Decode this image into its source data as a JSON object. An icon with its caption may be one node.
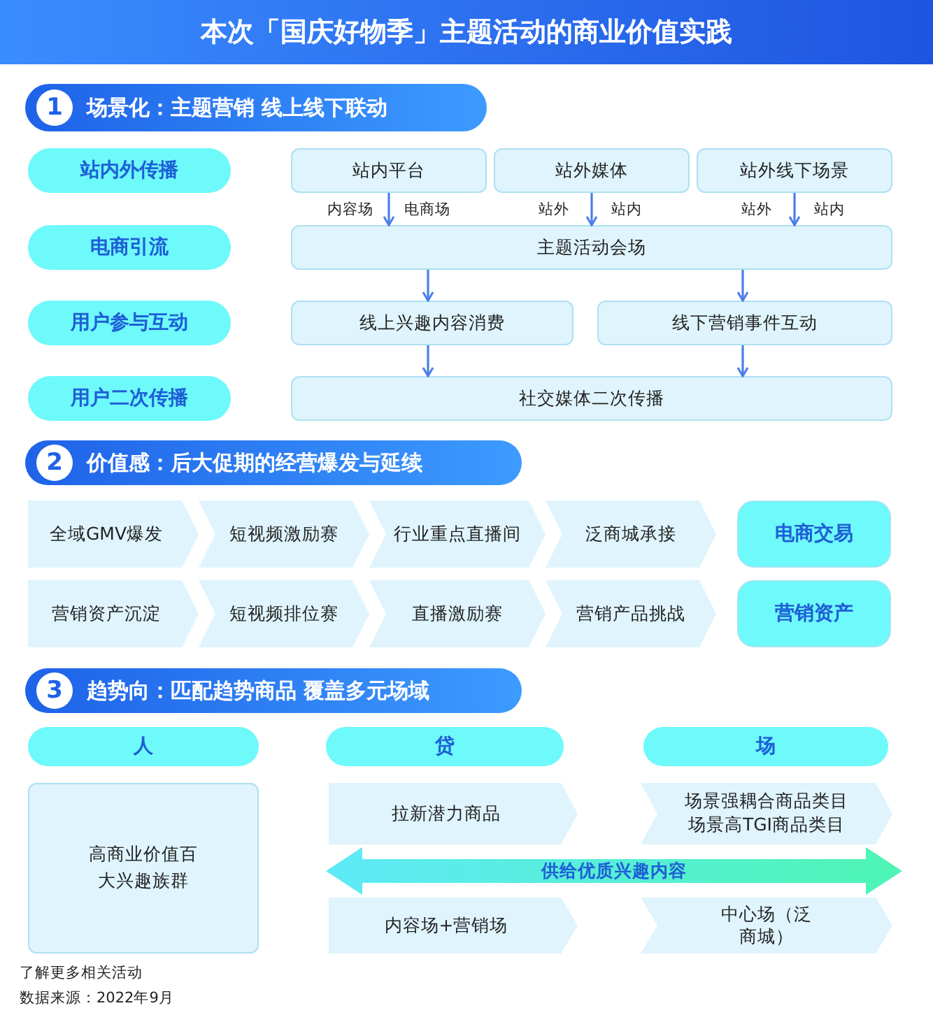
{
  "diagram": {
    "title": "本次「国庆好物季」主题活动的商业价值实践",
    "nodes": [
      {
        "text": [
          "1",
          "场景化：主题营销 线上线下联动"
        ]
      },
      {
        "text": [
          "站内外传播"
        ]
      },
      {
        "text": [
          "站内平台"
        ]
      },
      {
        "text": [
          "站外媒体"
        ]
      },
      {
        "text": [
          "站外线下场景"
        ]
      },
      {
        "text": [
          "电商引流"
        ]
      },
      {
        "text": [
          "主题活动会场"
        ]
      },
      {
        "text": [
          "用户参与互动"
        ]
      },
      {
        "text": [
          "线上兴趣内容消费"
        ]
      },
      {
        "text": [
          "线下营销事件互动"
        ]
      },
      {
        "text": [
          "用户二次传播"
        ]
      },
      {
        "text": [
          "社交媒体二次传播"
        ]
      },
      {
        "text": [
          "2",
          "价值感：后大促期的经营爆发与延续"
        ]
      },
      {
        "text": [
          "全域GMV爆发"
        ]
      },
      {
        "text": [
          "短视频激励赛"
        ]
      },
      {
        "text": [
          "行业重点直播间"
        ]
      },
      {
        "text": [
          "泛商城承接"
        ]
      },
      {
        "text": [
          "电商交易"
        ]
      },
      {
        "text": [
          "营销资产沉淀"
        ]
      },
      {
        "text": [
          "短视频排位赛"
        ]
      },
      {
        "text": [
          "直播激励赛"
        ]
      },
      {
        "text": [
          "营销产品挑战"
        ]
      },
      {
        "text": [
          "营销资产"
        ]
      },
      {
        "text": [
          "3",
          "趋势向：匹配趋势商品 覆盖多元场域"
        ]
      },
      {
        "text": [
          "人"
        ]
      },
      {
        "text": [
          "贷"
        ]
      },
      {
        "text": [
          "场"
        ]
      },
      {
        "text": [
          "高商业价值百大兴趣族群"
        ]
      },
      {
        "text": [
          "拉新潜力商品"
        ]
      },
      {
        "text": [
          "场景强耦合商品类目",
          "场景高TGI商品类目"
        ]
      },
      {
        "text": [
          "供给优质兴趣内容"
        ]
      },
      {
        "text": [
          "内容场+营销场"
        ]
      },
      {
        "text": [
          "中心场（泛商城）"
        ]
      }
    ],
    "edges": [
      {
        "from": 2,
        "to": 6,
        "arrow": "to"
      },
      {
        "from": 3,
        "to": 6,
        "arrow": "to"
      },
      {
        "from": 4,
        "to": 6,
        "arrow": "to"
      },
      {
        "from": 6,
        "to": 8,
        "arrow": "to"
      },
      {
        "from": 6,
        "to": 9,
        "arrow": "to"
      },
      {
        "from": 8,
        "to": 11,
        "arrow": "to"
      },
      {
        "from": 9,
        "to": 11,
        "arrow": "to"
      }
    ],
    "labels": [
      "内容场",
      "电商场",
      "站外",
      "站内",
      "站外",
      "站内",
      "了解更多相关活动",
      "数据来源：2022年9月"
    ]
  }
}
